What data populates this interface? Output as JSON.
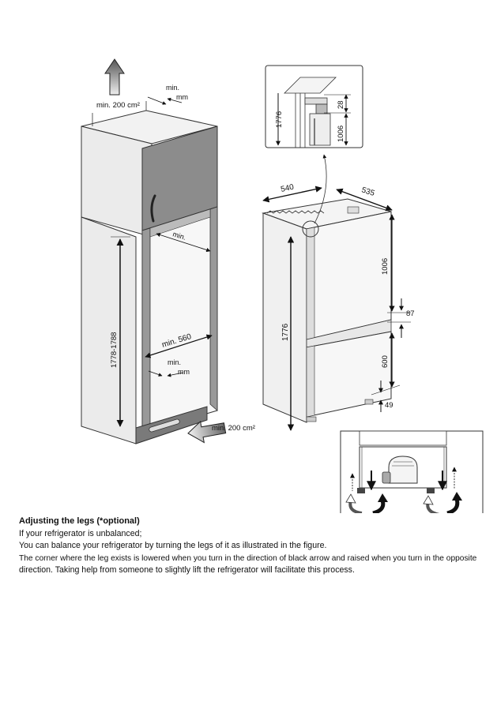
{
  "cabinet": {
    "vent_top": "min. 200 cm²",
    "vent_bottom": "min. 200 cm²",
    "gap_top_min": "min.",
    "gap_top_unit": "mm",
    "inner_width_min": "min.",
    "width_label": "min. 560",
    "height_label": "1778-1788",
    "gap_bottom_min": "min.",
    "gap_bottom_unit": "mm"
  },
  "fridge": {
    "width": "540",
    "depth": "535",
    "height": "1776",
    "upper_height": "1006",
    "middle_gap": "87",
    "lower_height": "600",
    "bottom_gap": "49"
  },
  "detail": {
    "height": "1776",
    "top_gap": "28",
    "upper_height": "1006"
  },
  "legs": {
    "heading": "Adjusting the legs (*optional)",
    "line1": "If your refrigerator is unbalanced;",
    "line2": "You can balance your refrigerator by turning the legs of it as illustrated in the figure.",
    "line3": "The corner where the leg exists is lowered when you turn in the direction of black arrow and raised when you turn in the opposite",
    "line4": "direction. Taking help from someone to slightly lift the refrigerator will facilitate this process."
  }
}
